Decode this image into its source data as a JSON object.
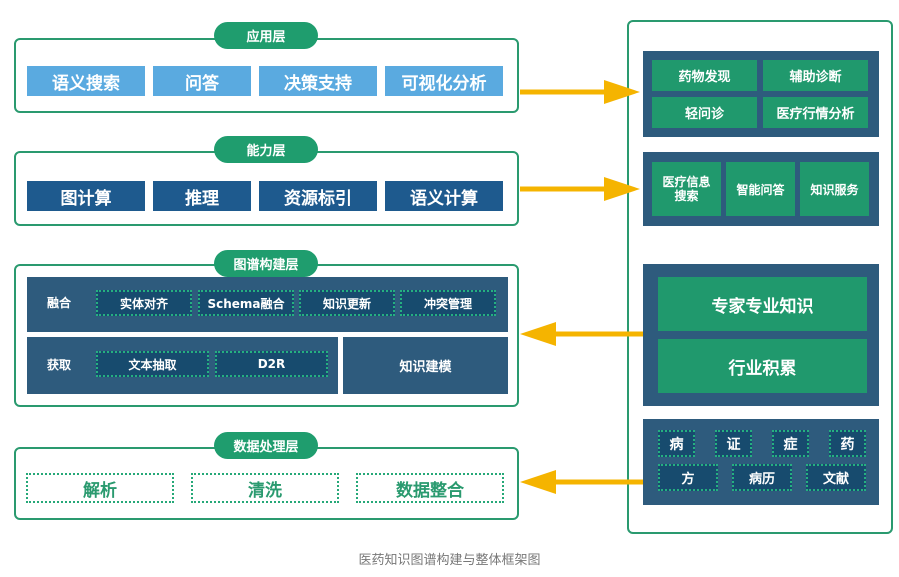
{
  "layers": {
    "application": {
      "title": "应用层",
      "items": [
        "语义搜索",
        "问答",
        "决策支持",
        "可视化分析"
      ]
    },
    "capability": {
      "title": "能力层",
      "items": [
        "图计算",
        "推理",
        "资源标引",
        "语义计算"
      ]
    },
    "graph_build": {
      "title": "图谱构建层",
      "fusion_label": "融合",
      "fusion_items": [
        "实体对齐",
        "Schema融合",
        "知识更新",
        "冲突管理"
      ],
      "acquire_label": "获取",
      "acquire_items": [
        "文本抽取",
        "D2R"
      ],
      "modeling": "知识建模"
    },
    "data_processing": {
      "title": "数据处理层",
      "items": [
        "解析",
        "清洗",
        "数据整合"
      ]
    }
  },
  "right_panel": {
    "apps": [
      "药物发现",
      "辅助诊断",
      "轻问诊",
      "医疗行情分析"
    ],
    "services": [
      "医疗信息搜索",
      "智能问答",
      "知识服务"
    ],
    "knowledge": [
      "专家专业知识",
      "行业积累"
    ],
    "data_row1": [
      "病",
      "证",
      "症",
      "药"
    ],
    "data_row2": [
      "方",
      "病历",
      "文献"
    ]
  },
  "colors": {
    "frame_green": "#2a9a6f",
    "arrow_yellow": "#f5b400",
    "navy": "#1e5a8e",
    "light_blue": "#5aaae0",
    "slate": "#2e5b7d"
  },
  "caption": "医药知识图谱构建与整体框架图"
}
